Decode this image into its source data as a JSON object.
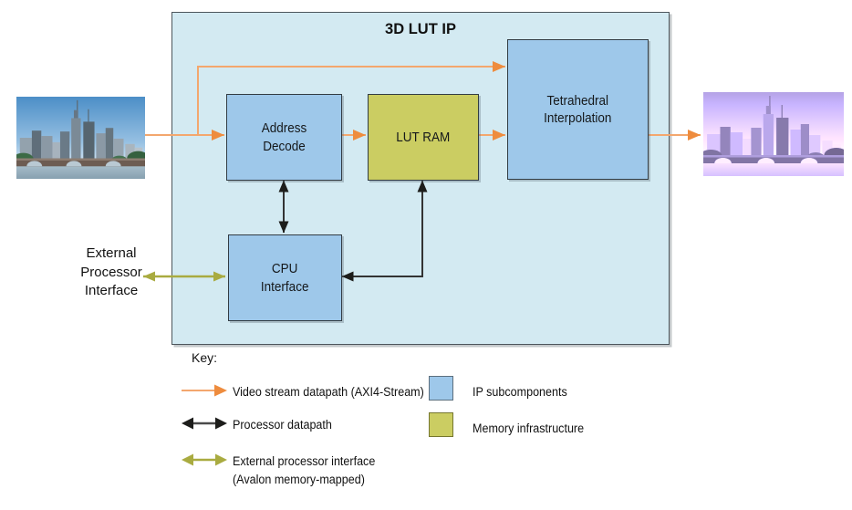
{
  "colors": {
    "container_fill": "#d3eaf2",
    "block_blue": "#9ec8ea",
    "block_olive": "#cbcd62",
    "arrow_orange": "#ee8c3e",
    "arrow_orange_line": "#f3a76e",
    "arrow_black": "#1d1d1b",
    "arrow_olive": "#a9ab40"
  },
  "diagram": {
    "title": "3D LUT IP",
    "blocks": {
      "address_decode": "Address\nDecode",
      "lut_ram": "LUT RAM",
      "tetrahedral": "Tetrahedral\nInterpolation",
      "cpu_interface": "CPU\nInterface"
    },
    "external_processor_label": "External\nProcessor\nInterface"
  },
  "key": {
    "heading": "Key:",
    "items": [
      {
        "id": "video-stream-datapath",
        "label": "Video stream datapath (AXI4-Stream)"
      },
      {
        "id": "processor-datapath",
        "label": "Processor datapath"
      },
      {
        "id": "external-processor-interface",
        "label": "External processor interface\n(Avalon memory-mapped)"
      },
      {
        "id": "ip-subcomponents",
        "label": "IP subcomponents"
      },
      {
        "id": "memory-infrastructure",
        "label": "Memory infrastructure"
      }
    ]
  }
}
